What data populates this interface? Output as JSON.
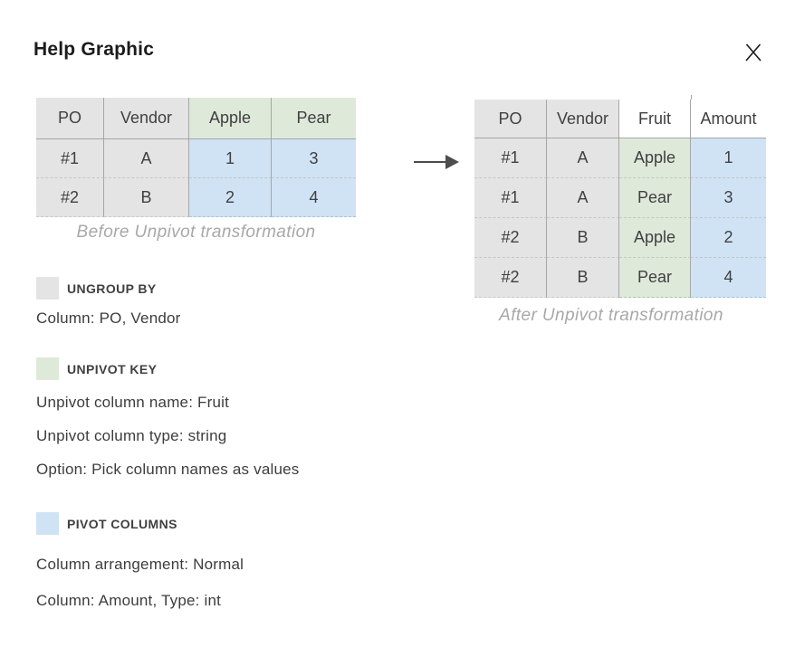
{
  "dialog": {
    "title": "Help Graphic"
  },
  "before_table": {
    "caption": "Before Unpivot transformation",
    "columns": [
      {
        "label": "PO",
        "header": "gray",
        "body": "gray"
      },
      {
        "label": "Vendor",
        "header": "gray",
        "body": "gray"
      },
      {
        "label": "Apple",
        "header": "green",
        "body": "blue"
      },
      {
        "label": "Pear",
        "header": "green",
        "body": "blue"
      }
    ],
    "rows": [
      [
        "#1",
        "A",
        "1",
        "3"
      ],
      [
        "#2",
        "B",
        "2",
        "4"
      ]
    ]
  },
  "after_table": {
    "caption": "After Unpivot transformation",
    "columns": [
      {
        "label": "PO",
        "header": "gray",
        "body": "gray"
      },
      {
        "label": "Vendor",
        "header": "gray",
        "body": "gray"
      },
      {
        "label": "Fruit",
        "header": "white",
        "body": "green"
      },
      {
        "label": "Amount",
        "header": "white",
        "body": "blue"
      }
    ],
    "rows": [
      [
        "#1",
        "A",
        "Apple",
        "1"
      ],
      [
        "#1",
        "A",
        "Pear",
        "3"
      ],
      [
        "#2",
        "B",
        "Apple",
        "2"
      ],
      [
        "#2",
        "B",
        "Pear",
        "4"
      ]
    ]
  },
  "legend": [
    {
      "id": "ungroup-by",
      "swatch": "gray",
      "label": "UNGROUP BY",
      "lines": [
        "Column: PO, Vendor"
      ]
    },
    {
      "id": "unpivot-key",
      "swatch": "green",
      "label": "UNPIVOT KEY",
      "lines": [
        "Unpivot column name: Fruit",
        "Unpivot column type: string",
        "Option: Pick column names as values"
      ]
    },
    {
      "id": "pivot-columns",
      "swatch": "blue",
      "label": "PIVOT COLUMNS",
      "lines": [
        "Column arrangement: Normal",
        "Column: Amount, Type: int"
      ]
    }
  ],
  "colors": {
    "gray": "#e4e4e4",
    "green": "#dfe9da",
    "blue": "#cfe3f5",
    "white": "#ffffff",
    "gray_dash": "#c9c9c9",
    "green_dash": "#a9c4a5",
    "blue_dash": "#a4c4e0",
    "border": "#a6a6a6",
    "arrow": "#4d4d4d"
  }
}
